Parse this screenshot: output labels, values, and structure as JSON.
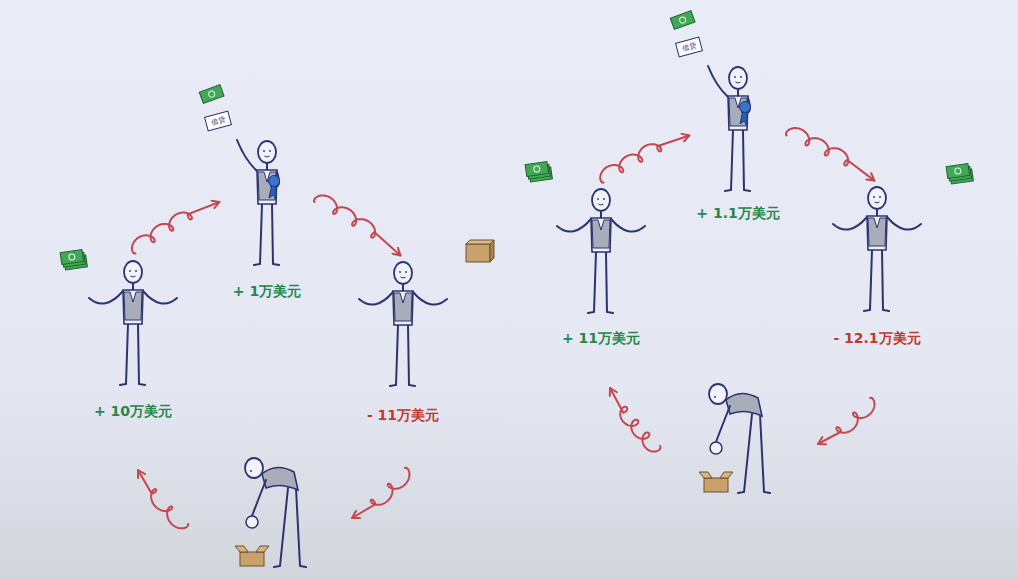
{
  "diagram": {
    "nodes": [
      {
        "text": [
          "+ 10万美元"
        ]
      },
      {
        "text": [
          "+ 1万美元"
        ]
      },
      {
        "text": [
          "- 11万美元"
        ]
      },
      {
        "text": [
          "+ 11万美元"
        ]
      },
      {
        "text": [
          "+ 1.1万美元"
        ]
      },
      {
        "text": [
          "- 12.1万美元"
        ]
      }
    ],
    "edges": [
      {
        "from": 0,
        "to": 1,
        "arrow": "to"
      },
      {
        "from": 1,
        "to": 2,
        "arrow": "to"
      },
      {
        "from": 3,
        "to": 4,
        "arrow": "to"
      },
      {
        "from": 4,
        "to": 5,
        "arrow": "to"
      }
    ],
    "labels": [
      "借贷",
      "借贷"
    ]
  }
}
